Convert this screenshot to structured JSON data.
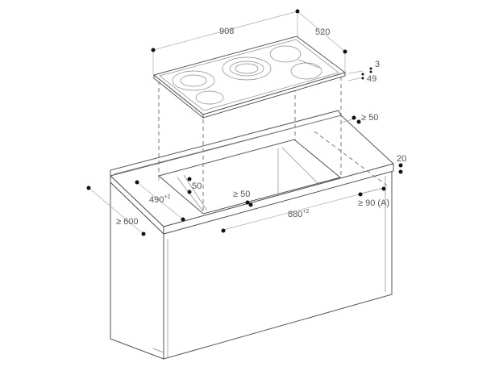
{
  "cooktop": {
    "width_label": "908",
    "depth_label": "520",
    "glass_thickness_label": "3",
    "installed_height_label": "49"
  },
  "countertop": {
    "rear_clearance_label": "≥ 50",
    "thickness_label": "20",
    "cutout_depth_label": "490",
    "cutout_depth_tolerance": "+2",
    "cutout_width_label": "880",
    "cutout_width_tolerance": "+2",
    "front_clearance_label": "≥ 50",
    "support_label": "50",
    "side_clearance_label": "≥ 90 (A)",
    "counter_depth_label": "≥ 600"
  }
}
